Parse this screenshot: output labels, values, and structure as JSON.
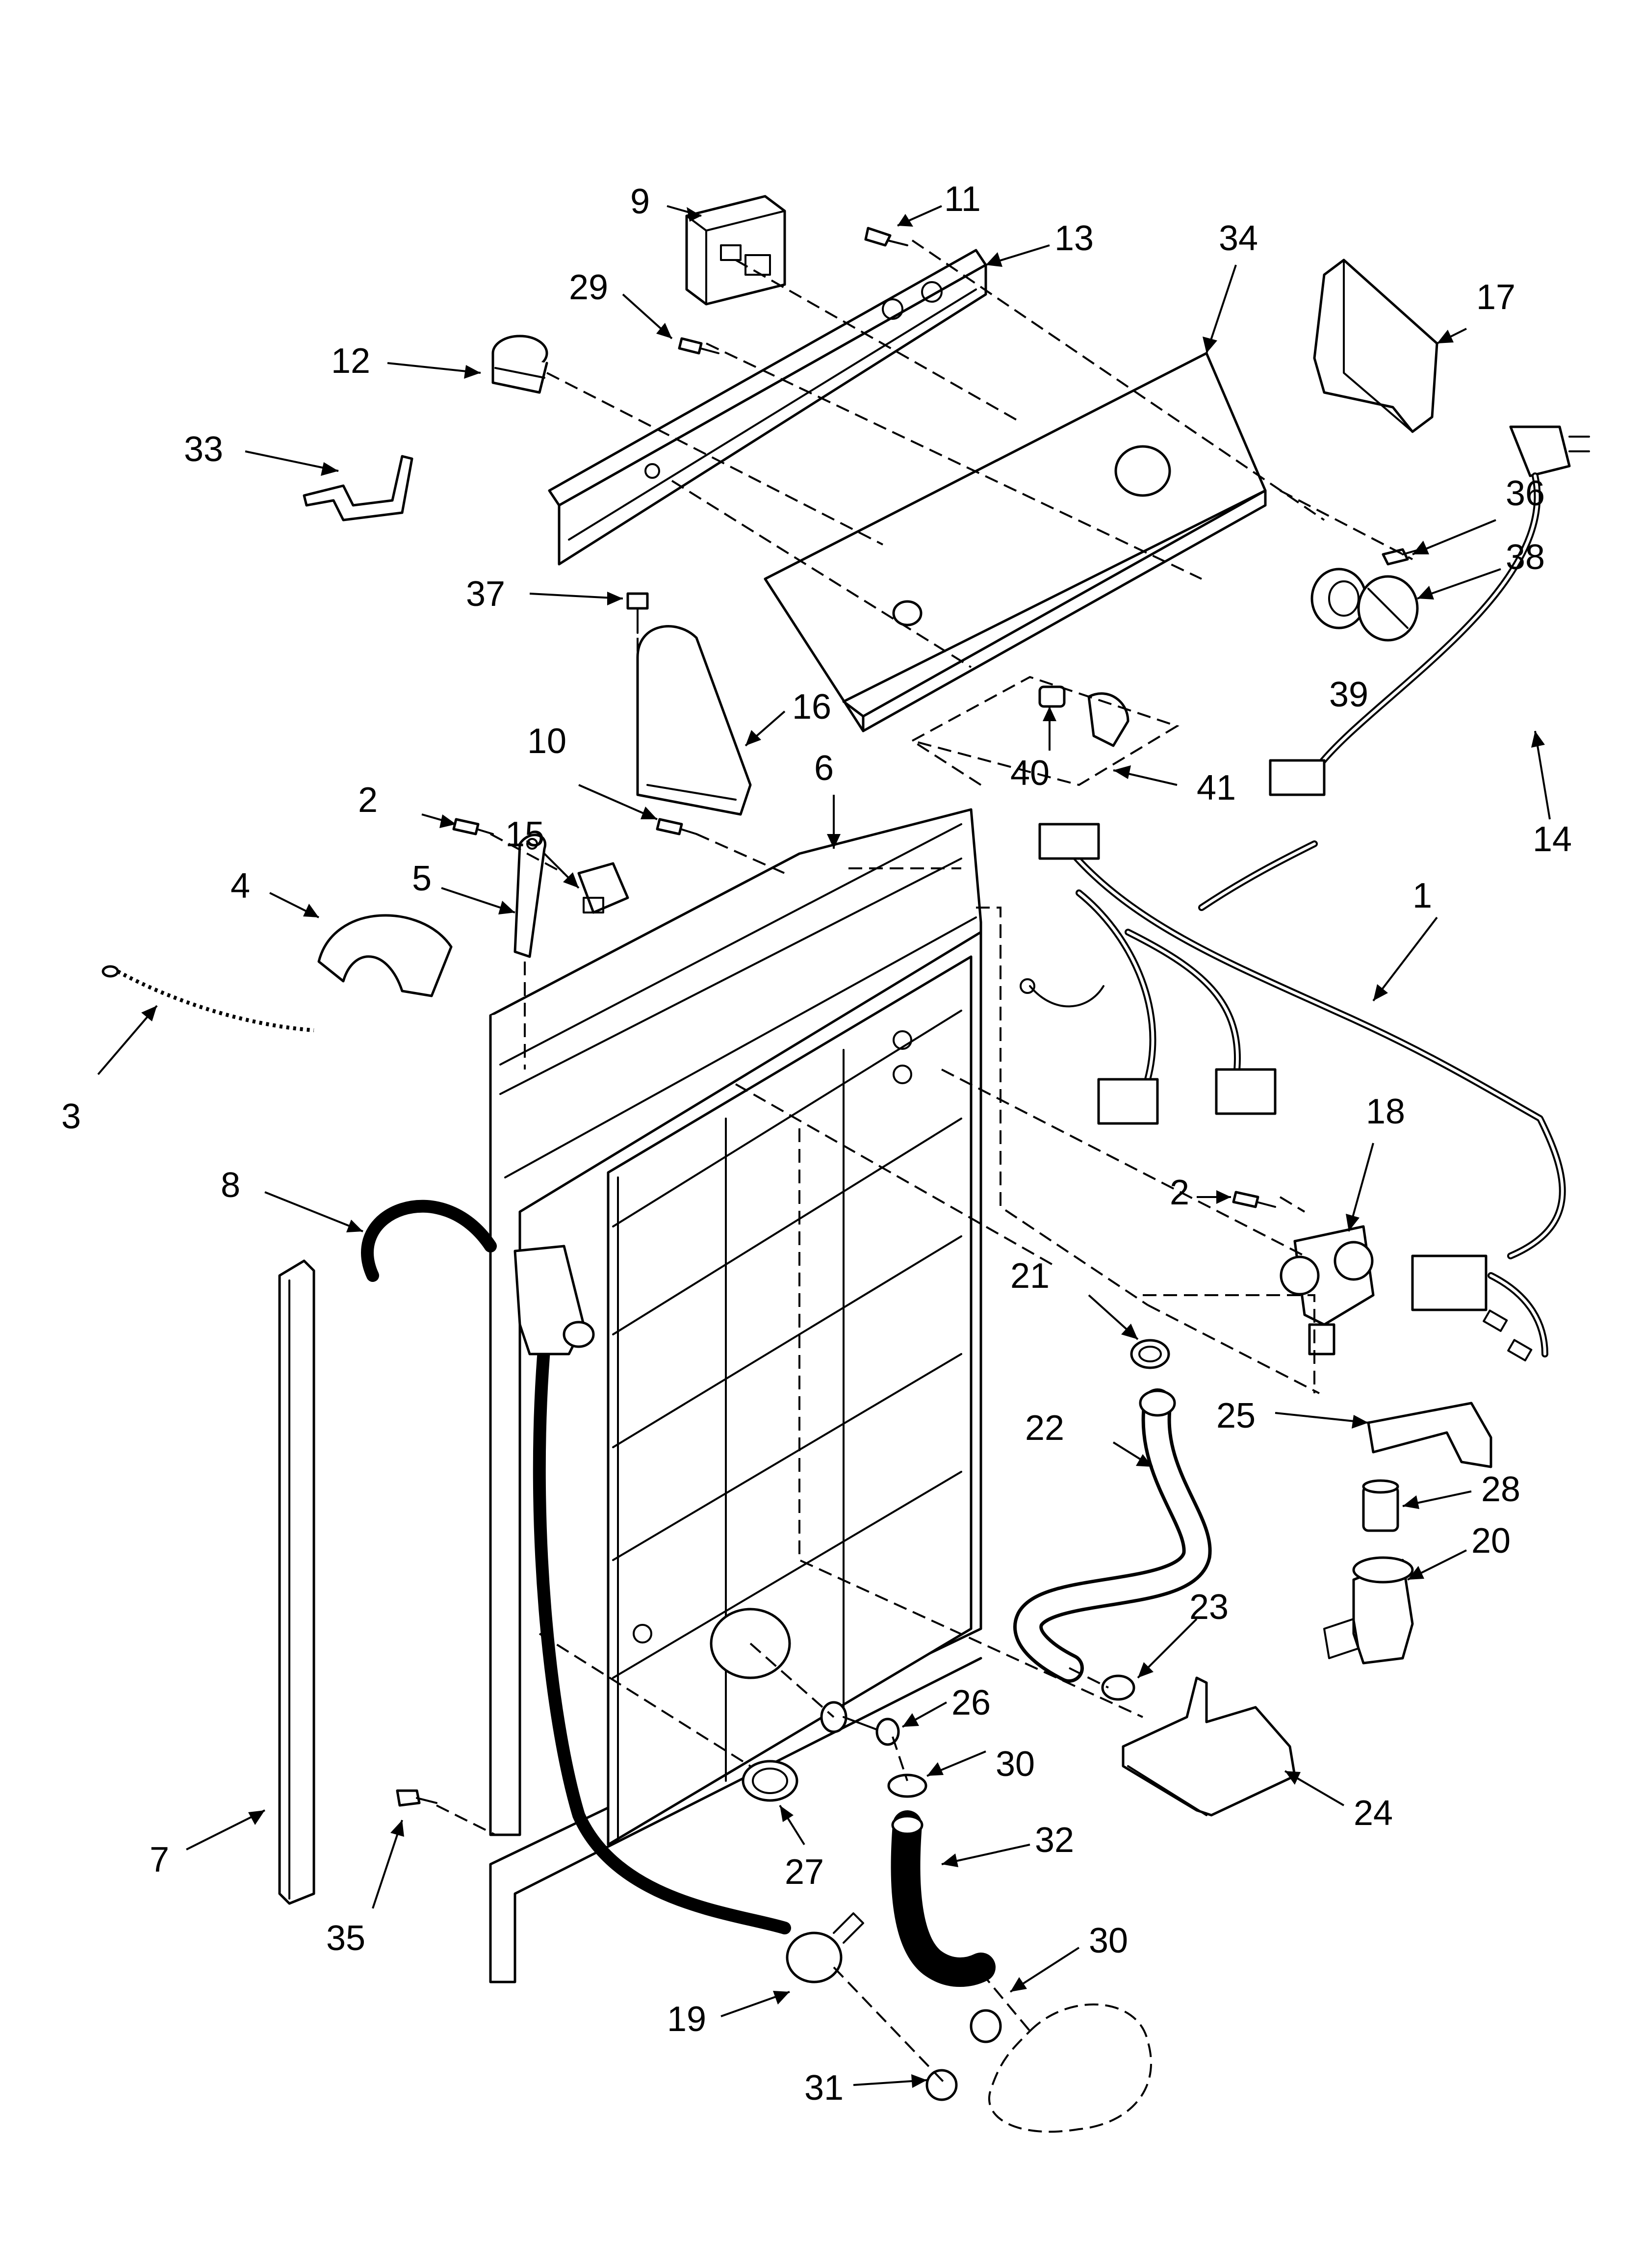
{
  "diagram": {
    "callouts": [
      {
        "id": "c9",
        "label": "9"
      },
      {
        "id": "c11",
        "label": "11"
      },
      {
        "id": "c13",
        "label": "13"
      },
      {
        "id": "c34",
        "label": "34"
      },
      {
        "id": "c29",
        "label": "29"
      },
      {
        "id": "c17",
        "label": "17"
      },
      {
        "id": "c12",
        "label": "12"
      },
      {
        "id": "c33",
        "label": "33"
      },
      {
        "id": "c36",
        "label": "36"
      },
      {
        "id": "c38",
        "label": "38"
      },
      {
        "id": "c37",
        "label": "37"
      },
      {
        "id": "c39",
        "label": "39"
      },
      {
        "id": "c16",
        "label": "16"
      },
      {
        "id": "c10",
        "label": "10"
      },
      {
        "id": "c6",
        "label": "6"
      },
      {
        "id": "c40",
        "label": "40"
      },
      {
        "id": "c41",
        "label": "41"
      },
      {
        "id": "c14",
        "label": "14"
      },
      {
        "id": "c2a",
        "label": "2"
      },
      {
        "id": "c15",
        "label": "15"
      },
      {
        "id": "c5",
        "label": "5"
      },
      {
        "id": "c4",
        "label": "4"
      },
      {
        "id": "c1",
        "label": "1"
      },
      {
        "id": "c3",
        "label": "3"
      },
      {
        "id": "c18",
        "label": "18"
      },
      {
        "id": "c8",
        "label": "8"
      },
      {
        "id": "c2b",
        "label": "2"
      },
      {
        "id": "c21",
        "label": "21"
      },
      {
        "id": "c22",
        "label": "22"
      },
      {
        "id": "c25",
        "label": "25"
      },
      {
        "id": "c28",
        "label": "28"
      },
      {
        "id": "c20",
        "label": "20"
      },
      {
        "id": "c23",
        "label": "23"
      },
      {
        "id": "c26",
        "label": "26"
      },
      {
        "id": "c30a",
        "label": "30"
      },
      {
        "id": "c7",
        "label": "7"
      },
      {
        "id": "c24",
        "label": "24"
      },
      {
        "id": "c27",
        "label": "27"
      },
      {
        "id": "c32",
        "label": "32"
      },
      {
        "id": "c35",
        "label": "35"
      },
      {
        "id": "c30b",
        "label": "30"
      },
      {
        "id": "c19",
        "label": "19"
      },
      {
        "id": "c31",
        "label": "31"
      }
    ]
  }
}
